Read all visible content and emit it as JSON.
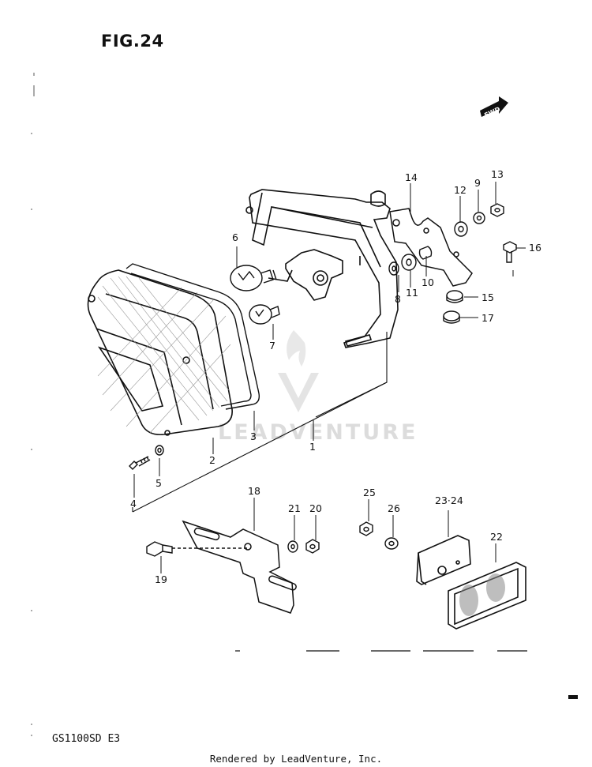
{
  "figure": {
    "title": "FIG.24",
    "model": "GS1100SD  E3"
  },
  "footer": {
    "rendered_by": "Rendered by LeadVenture, Inc."
  },
  "watermark": {
    "text": "LEADVENTURE"
  },
  "fwd_arrow": {
    "text": "FWD"
  },
  "callouts": [
    "1",
    "2",
    "3",
    "4",
    "5",
    "6",
    "7",
    "8",
    "9",
    "10",
    "11",
    "12",
    "13",
    "14",
    "15",
    "16",
    "17",
    "18",
    "19",
    "20",
    "21",
    "22",
    "23·24",
    "25",
    "26"
  ]
}
